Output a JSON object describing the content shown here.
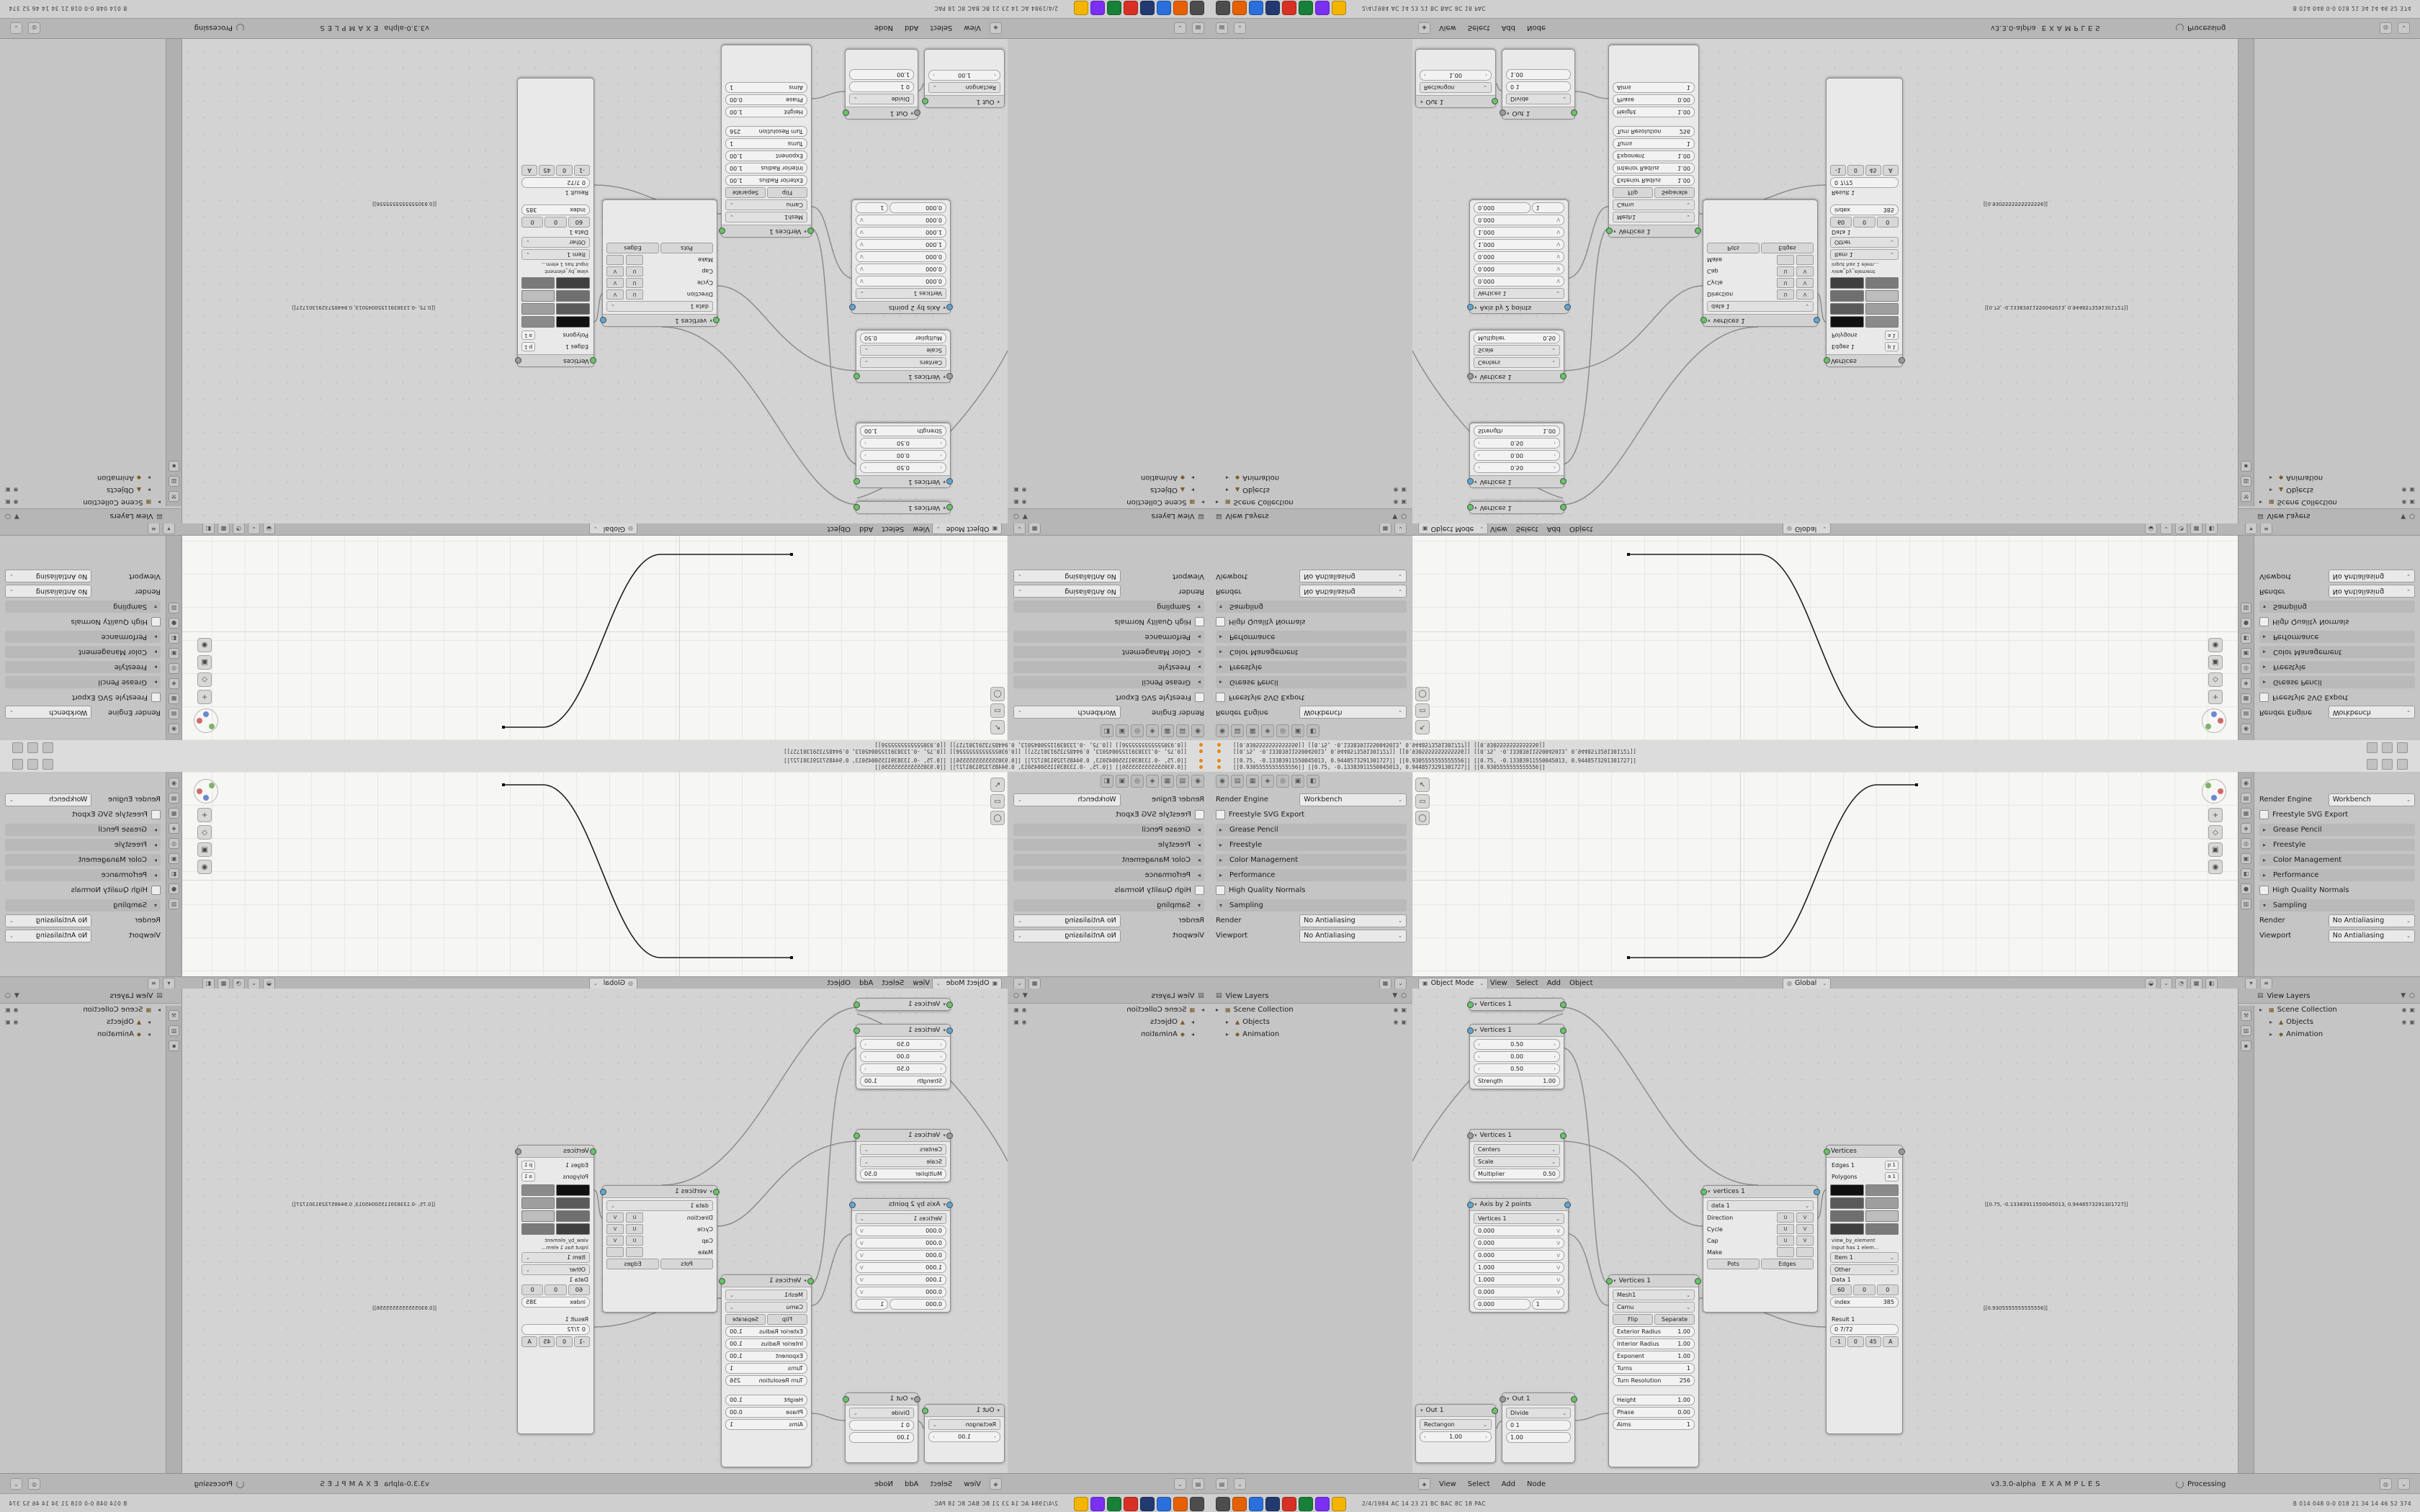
{
  "console": {
    "line1": "[[0.75, -0.13383911550045013, 0.9448573291301727]]   [[0.9305555555555556]]   [[0.75, -0.13383911550045013, 0.9448573291301727]]",
    "line2": "[[0.9305555555555556]]   [[0.75, -0.13383911550045013, 0.9448573291301727]]   [[0.9305555555555556]]"
  },
  "properties": {
    "engine_label": "Render Engine",
    "engine_value": "Workbench",
    "rows": [
      {
        "label": "Freestyle SVG Export"
      },
      {
        "label": "Grease Pencil"
      },
      {
        "label": "Freestyle"
      },
      {
        "label": "Color Management"
      },
      {
        "label": "Performance"
      },
      {
        "label": "High Quality Normals"
      },
      {
        "label": "Sampling"
      },
      {
        "label": "Render",
        "value": "No Antialiasing"
      },
      {
        "label": "Viewport",
        "value": "No Antialiasing"
      }
    ]
  },
  "viewport": {
    "mode": "Object Mode",
    "menu_view": "View",
    "menu_select": "Select",
    "menu_add": "Add",
    "menu_object": "Object",
    "orientation": "Global"
  },
  "outliner": {
    "title": "View Layers",
    "row1": "Scene Collection",
    "row2": "Objects",
    "row3": "Animation"
  },
  "node_editor": {
    "annotation1": "[[0.75, -0.13383911550045013, 0.9448573291301727]]",
    "annotation2": "[[0.9305555555555556]]",
    "nodes": {
      "n1": {
        "title": "Vertices 1"
      },
      "n2": {
        "title": "Vertices 1",
        "v1": "0.50",
        "v2": "0.00",
        "v3": "0.50",
        "strength_label": "Strength",
        "strength_value": "1.00"
      },
      "n3": {
        "title": "Vertices 1",
        "r1": "Centers",
        "r2": "Scale",
        "mult_label": "Multiplier",
        "mult_value": "0.50"
      },
      "n4": {
        "title": "Axis by 2 points",
        "sub": "Vertices 1",
        "v1": "0.000",
        "v2": "0.000",
        "v3": "0.000",
        "v4": "1.000",
        "v5": "1.000",
        "v6": "0.000",
        "v7": "0.000",
        "v8": "1"
      },
      "n5": {
        "title": "Vertices 1",
        "field1": "Mesh1",
        "field2": "Camu",
        "toggle1": "Flip",
        "toggle2": "Separate",
        "params": [
          {
            "l": "Exterior Radius",
            "v": "1.00"
          },
          {
            "l": "Interior Radius",
            "v": "1.00"
          },
          {
            "l": "Exponent",
            "v": "1.00"
          },
          {
            "l": "Turns",
            "v": "1"
          },
          {
            "l": "Turn Resolution",
            "v": "256"
          },
          {
            "l": "Height",
            "v": "1.00"
          },
          {
            "l": "Phase",
            "v": "0.00"
          },
          {
            "l": "Aims",
            "v": "1"
          }
        ]
      },
      "n6": {
        "title": "vertices 1",
        "sub": "data 1",
        "r1": "Direction",
        "r2": "Cycle",
        "r3": "Cap",
        "r4": "Make",
        "a": "U",
        "b": "V",
        "opt1": "Pots",
        "opt2": "Edges"
      },
      "n7": {
        "h1": "Vertices",
        "h1v": "p 1",
        "h2": "Edges 1",
        "h2v": "a 1",
        "h3": "Polygons",
        "t1": "view_by_element",
        "t2": "input has 1 elem...",
        "f1": "Item 1",
        "f2": "Other",
        "data": "Data 1",
        "c1": "60",
        "c2": "0",
        "c3": "0",
        "index_label": "index",
        "index_value": "385",
        "result": "Result 1",
        "frac": "0 7/72",
        "q1": "-1",
        "q2": "0",
        "q3": "45",
        "q4": "A"
      },
      "n8": {
        "title": "Out 1",
        "btn": "Rectangon",
        "v": "1.00"
      },
      "n9": {
        "title": "Out 1",
        "btn": "Divide",
        "v1": "0 1",
        "v2": "1.00"
      }
    }
  },
  "statusbar": {
    "menu_view": "View",
    "menu_select": "Select",
    "menu_add": "Add",
    "menu_node": "Node",
    "version": "v3.3.0-alpha",
    "file": "EXAMPLES",
    "processing": "Processing"
  },
  "taskbar": {
    "info": "2/4/1984 AC 14 23 21 BC BAC 8C 18 PAC",
    "status": "B 014 048 0-0 018 21 34 14 46 52 374",
    "apps": [
      {
        "name": "terminal",
        "color": "#4d4d4d"
      },
      {
        "name": "firefox",
        "color": "#e66000"
      },
      {
        "name": "browser",
        "color": "#2a6fdb"
      },
      {
        "name": "files",
        "color": "#223a70"
      },
      {
        "name": "mail",
        "color": "#d93025"
      },
      {
        "name": "chat",
        "color": "#188038"
      },
      {
        "name": "media",
        "color": "#7b2ff2"
      },
      {
        "name": "settings",
        "color": "#f4b400"
      }
    ]
  }
}
